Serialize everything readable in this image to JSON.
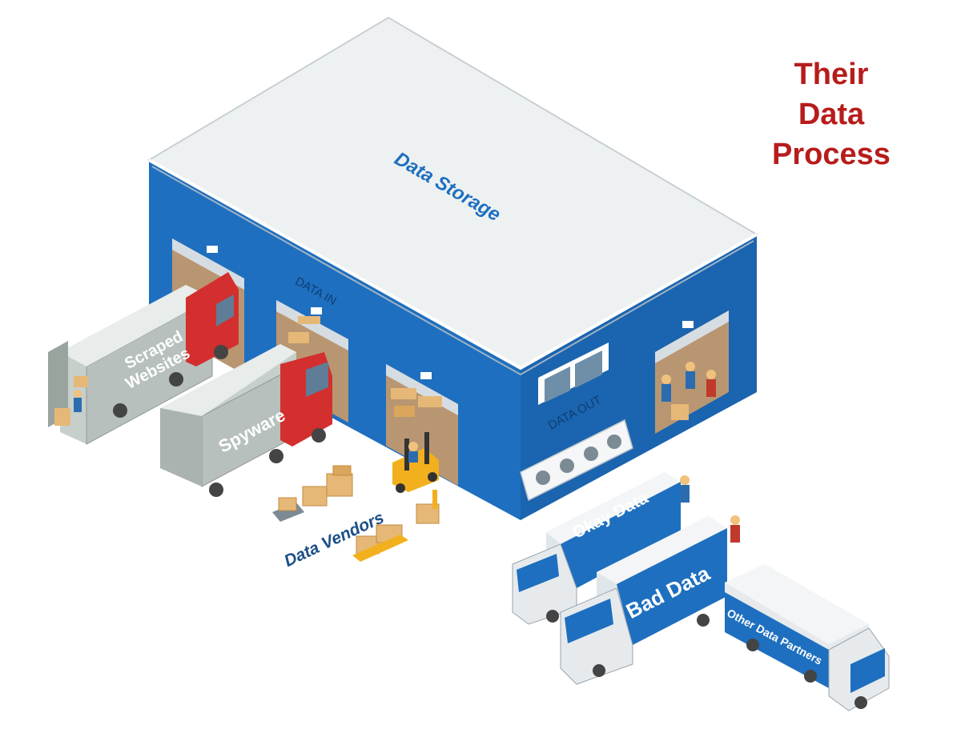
{
  "title": {
    "line1": "Their",
    "line2": "Data",
    "line3": "Process",
    "color": "#b71c1c"
  },
  "building": {
    "roof_label": "Data Storage",
    "wall_in_label": "DATA IN",
    "wall_out_label": "DATA OUT",
    "colors": {
      "wall": "#1e6fbf",
      "wall_dark": "#155a9e",
      "roof": "#eef1f2",
      "label": "#1e6fbf"
    }
  },
  "inbound": {
    "truck1_label": "Scraped Websites",
    "truck1_line1": "Scraped",
    "truck1_line2": "Websites",
    "truck2_label": "Spyware",
    "ground_label": "Data Vendors"
  },
  "outbound": {
    "truck1_label": "Okay Data",
    "truck2_label": "Bad Data",
    "truck3_label": "Other Data Partners"
  }
}
